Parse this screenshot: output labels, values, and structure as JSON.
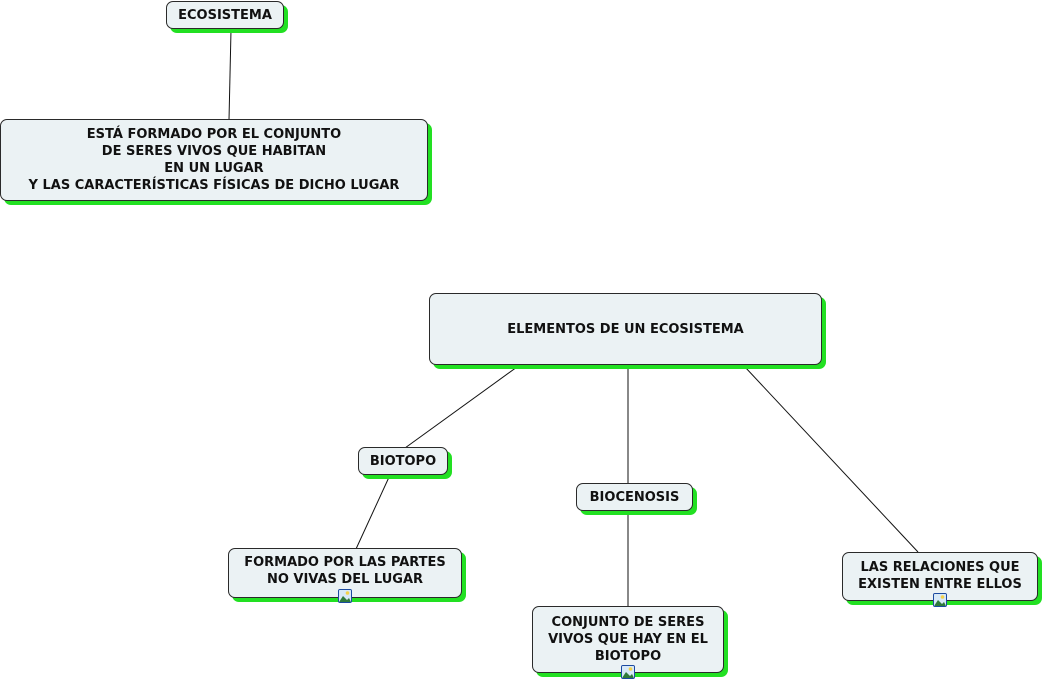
{
  "diagram": {
    "title": "ECOSISTEMA",
    "nodes": {
      "ecosistema": "ECOSISTEMA",
      "definicion": "ESTÁ FORMADO POR EL CONJUNTO\nDE SERES VIVOS QUE HABITAN\nEN UN LUGAR\nY LAS CARACTERÍSTICAS FÍSICAS DE DICHO LUGAR",
      "elementos": "ELEMENTOS DE UN ECOSISTEMA",
      "biotopo": "BIOTOPO",
      "biocenosis": "BIOCENOSIS",
      "biotopo_desc": "FORMADO POR LAS PARTES\n NO VIVAS DEL LUGAR",
      "biocenosis_desc": "CONJUNTO DE SERES\nVIVOS QUE HAY EN EL\nBIOTOPO",
      "relaciones": "LAS RELACIONES QUE\nEXISTEN ENTRE ELLOS"
    },
    "edges": [
      [
        "ecosistema",
        "definicion"
      ],
      [
        "elementos",
        "biotopo"
      ],
      [
        "elementos",
        "biocenosis"
      ],
      [
        "elementos",
        "relaciones"
      ],
      [
        "biotopo",
        "biotopo_desc"
      ],
      [
        "biocenosis",
        "biocenosis_desc"
      ]
    ],
    "icons": {
      "attachment": "image-icon"
    },
    "colors": {
      "node_fill": "#ebf2f4",
      "node_shadow": "#22e022",
      "border": "#2a2a2a"
    }
  }
}
